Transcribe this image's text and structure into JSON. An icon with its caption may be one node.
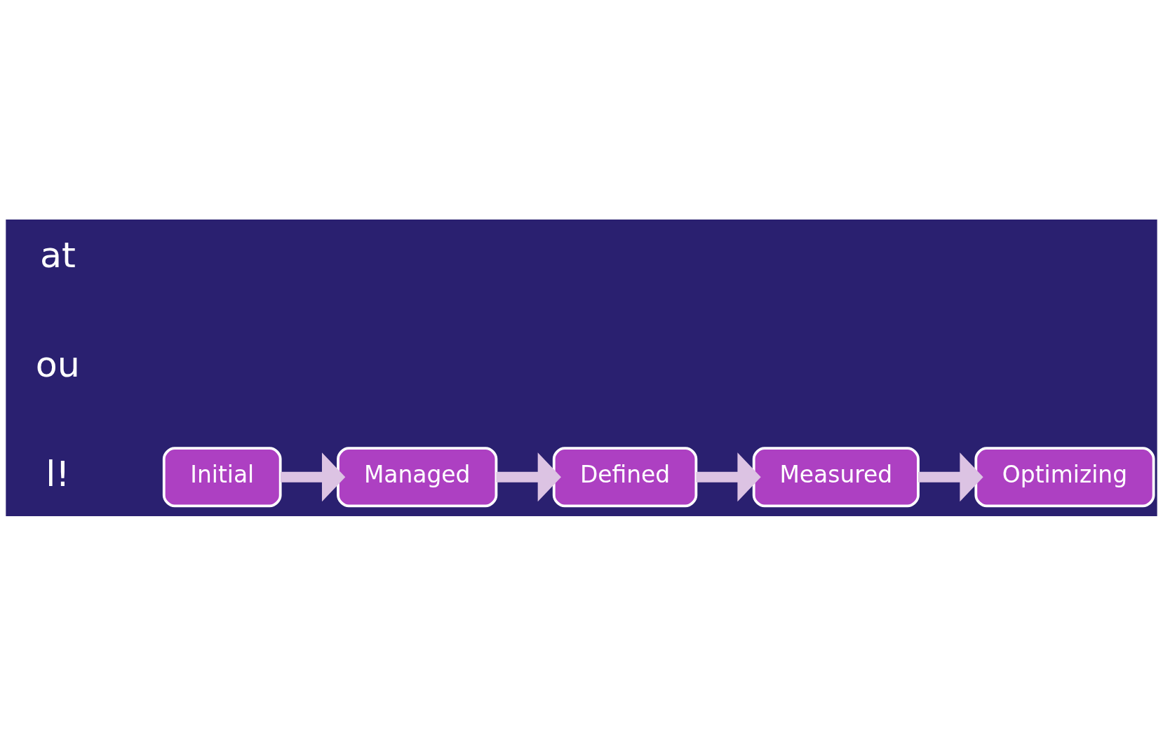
{
  "diagram": {
    "nodes": [
      {
        "text": [
          "Initial"
        ]
      },
      {
        "text": [
          "Managed"
        ]
      },
      {
        "text": [
          "Defined"
        ]
      },
      {
        "text": [
          "Measured"
        ]
      },
      {
        "text": [
          "Optimizing"
        ]
      }
    ],
    "edges": [
      {
        "from": 0,
        "to": 1,
        "arrow": "to"
      },
      {
        "from": 1,
        "to": 2,
        "arrow": "to"
      },
      {
        "from": 2,
        "to": 3,
        "arrow": "to"
      },
      {
        "from": 3,
        "to": 4,
        "arrow": "to"
      }
    ],
    "labels": [
      "at",
      "ou",
      "l!"
    ]
  }
}
